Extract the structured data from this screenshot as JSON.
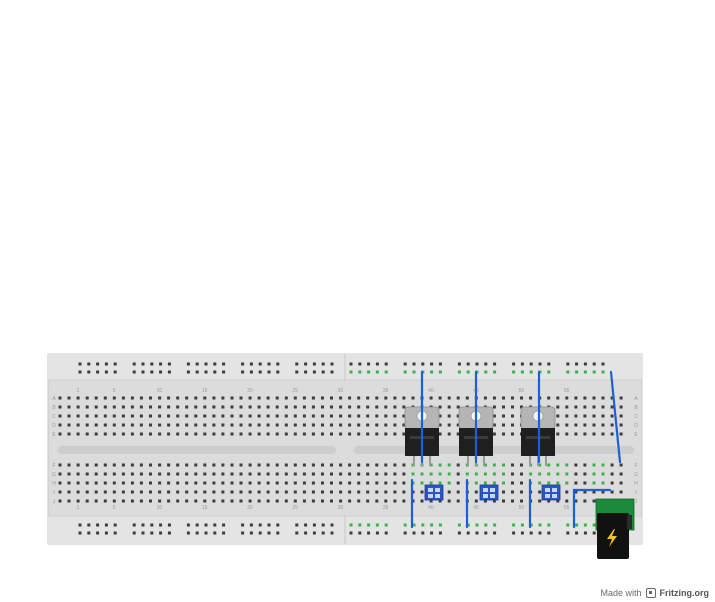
{
  "breadboard": {
    "row_letters_top": [
      "A",
      "B",
      "C",
      "D",
      "E"
    ],
    "row_letters_bottom": [
      "F",
      "G",
      "H",
      "I",
      "J"
    ],
    "column_numbers": [
      "1",
      "5",
      "10",
      "15",
      "20",
      "25",
      "30",
      "35",
      "40",
      "45",
      "50",
      "55"
    ]
  },
  "components": {
    "regulators": 3,
    "trimmer_potentiometers": 3,
    "power_jack": "dc-barrel-jack",
    "wire_color": "#1f5fd6",
    "active_hole_color": "#37b34a",
    "jack_board_color": "#1c8a3a",
    "bolt_color": "#f7c21a"
  },
  "footer": {
    "made_with": "Made with",
    "brand": "Fritzing.org"
  },
  "icons": {
    "footer_logo": "fritzing-logo-icon",
    "power_symbol": "lightning-bolt-icon"
  }
}
